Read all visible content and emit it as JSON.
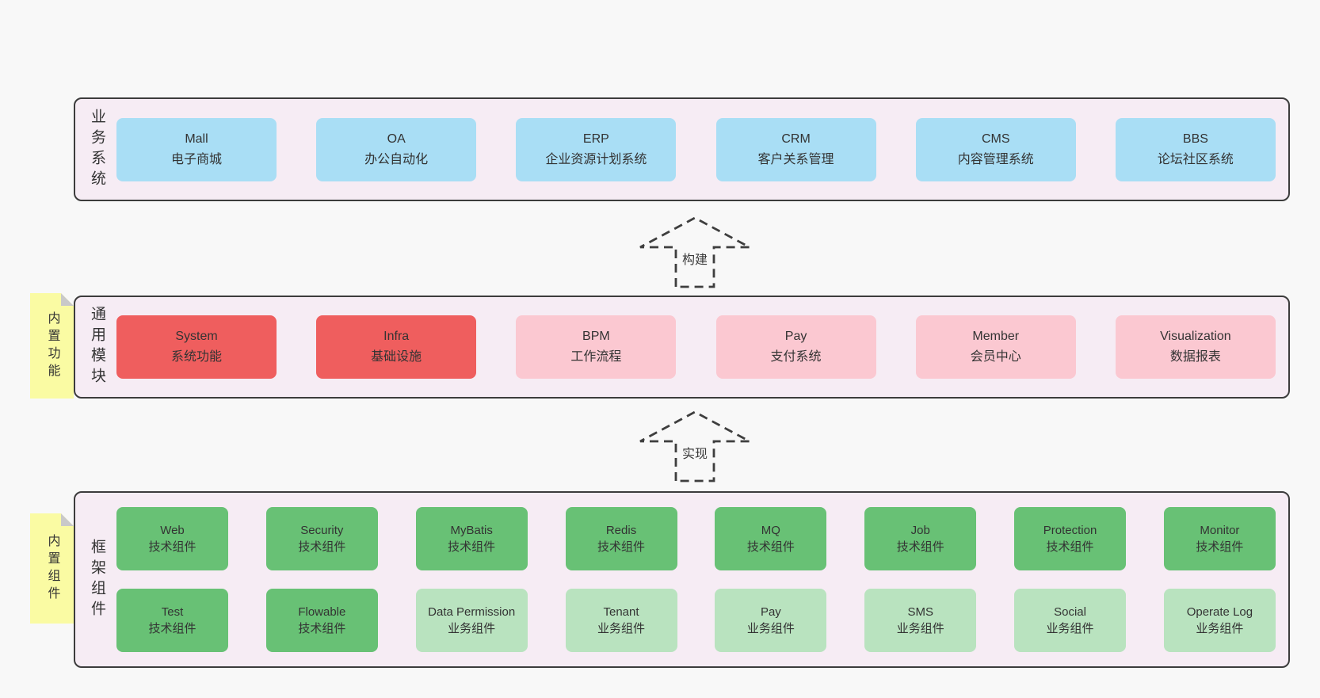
{
  "colors": {
    "page_background": "#f8f8f8",
    "panel_background": "#f6ecf4",
    "panel_border": "#3c3c3c",
    "box_blue": "#a9def5",
    "box_red": "#ef5e5e",
    "box_pink": "#fbc8d1",
    "box_green": "#68c175",
    "box_light_green": "#b9e3bf",
    "note_yellow": "#fafba3",
    "note_fold_gray": "#c9c9c9",
    "text": "#333333",
    "arrow_dash": "#3e3e3e"
  },
  "layers": [
    {
      "label": "业务系统",
      "rows": [
        [
          {
            "title": "Mall",
            "subtitle": "电子商城",
            "variant": "blue"
          },
          {
            "title": "OA",
            "subtitle": "办公自动化",
            "variant": "blue"
          },
          {
            "title": "ERP",
            "subtitle": "企业资源计划系统",
            "variant": "blue"
          },
          {
            "title": "CRM",
            "subtitle": "客户关系管理",
            "variant": "blue"
          },
          {
            "title": "CMS",
            "subtitle": "内容管理系统",
            "variant": "blue"
          },
          {
            "title": "BBS",
            "subtitle": "论坛社区系统",
            "variant": "blue"
          }
        ]
      ]
    },
    {
      "label": "通用模块",
      "note": "内置功能",
      "rows": [
        [
          {
            "title": "System",
            "subtitle": "系统功能",
            "variant": "red"
          },
          {
            "title": "Infra",
            "subtitle": "基础设施",
            "variant": "red"
          },
          {
            "title": "BPM",
            "subtitle": "工作流程",
            "variant": "pink"
          },
          {
            "title": "Pay",
            "subtitle": "支付系统",
            "variant": "pink"
          },
          {
            "title": "Member",
            "subtitle": "会员中心",
            "variant": "pink"
          },
          {
            "title": "Visualization",
            "subtitle": "数据报表",
            "variant": "pink"
          }
        ]
      ]
    },
    {
      "label": "框架组件",
      "note": "内置组件",
      "rows": [
        [
          {
            "title": "Web",
            "subtitle": "技术组件",
            "variant": "green"
          },
          {
            "title": "Security",
            "subtitle": "技术组件",
            "variant": "green"
          },
          {
            "title": "MyBatis",
            "subtitle": "技术组件",
            "variant": "green"
          },
          {
            "title": "Redis",
            "subtitle": "技术组件",
            "variant": "green"
          },
          {
            "title": "MQ",
            "subtitle": "技术组件",
            "variant": "green"
          },
          {
            "title": "Job",
            "subtitle": "技术组件",
            "variant": "green"
          },
          {
            "title": "Protection",
            "subtitle": "技术组件",
            "variant": "green"
          },
          {
            "title": "Monitor",
            "subtitle": "技术组件",
            "variant": "green"
          }
        ],
        [
          {
            "title": "Test",
            "subtitle": "技术组件",
            "variant": "green"
          },
          {
            "title": "Flowable",
            "subtitle": "技术组件",
            "variant": "green"
          },
          {
            "title": "Data Permission",
            "subtitle": "业务组件",
            "variant": "lightgreen"
          },
          {
            "title": "Tenant",
            "subtitle": "业务组件",
            "variant": "lightgreen"
          },
          {
            "title": "Pay",
            "subtitle": "业务组件",
            "variant": "lightgreen"
          },
          {
            "title": "SMS",
            "subtitle": "业务组件",
            "variant": "lightgreen"
          },
          {
            "title": "Social",
            "subtitle": "业务组件",
            "variant": "lightgreen"
          },
          {
            "title": "Operate Log",
            "subtitle": "业务组件",
            "variant": "lightgreen"
          }
        ]
      ]
    }
  ],
  "arrows": [
    {
      "label": "构建"
    },
    {
      "label": "实现"
    }
  ]
}
